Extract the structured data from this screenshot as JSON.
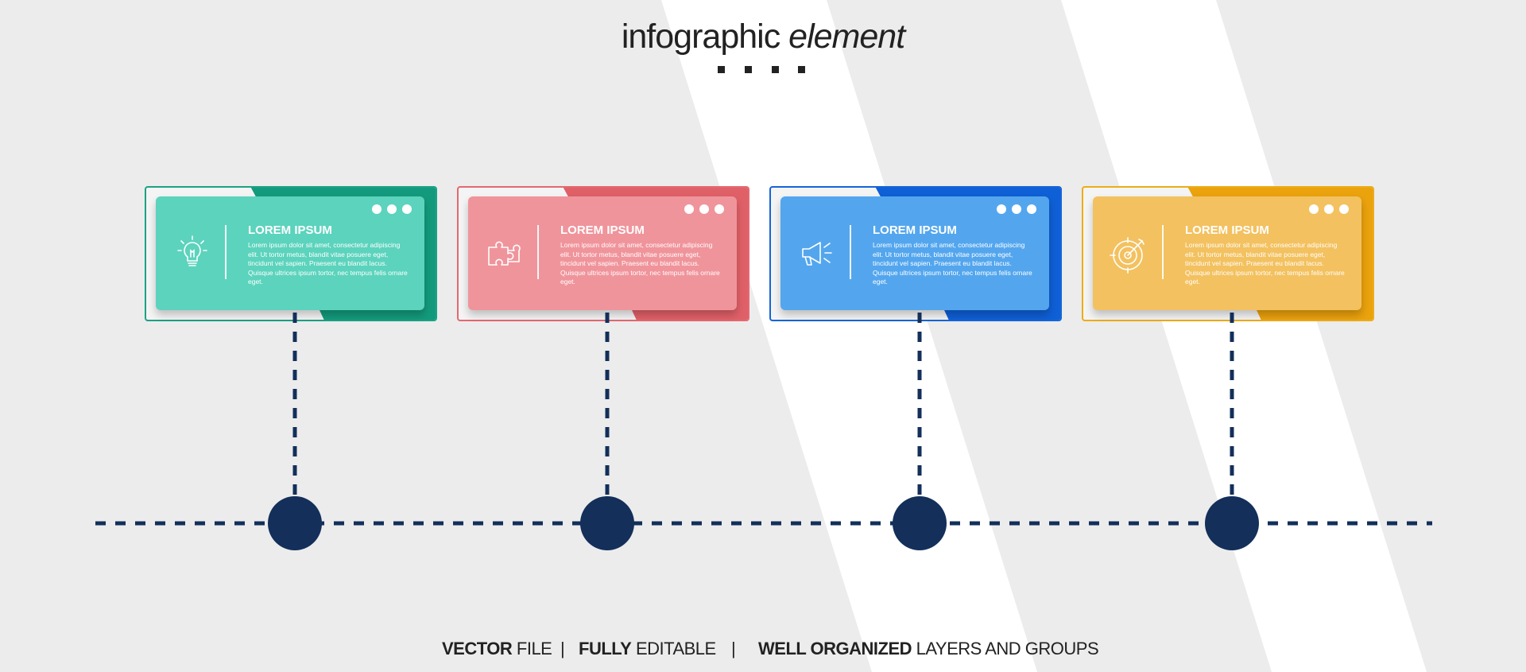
{
  "title": {
    "bold_word": "infographic",
    "italic_word": "element"
  },
  "cards": [
    {
      "title": "LOREM IPSUM",
      "body": "Lorem ipsum dolor sit amet, consectetur adipiscing elit. Ut tortor metus, blandit vitae posuere eget, tincidunt vel sapien. Praesent eu blandit lacus. Quisque ultrices ipsum tortor, nec tempus felis ornare eget.",
      "icon": "lightbulb-icon",
      "light": "#5cd3bd",
      "dark": "#139a7c"
    },
    {
      "title": "LOREM IPSUM",
      "body": "Lorem ipsum dolor sit amet, consectetur adipiscing elit. Ut tortor metus, blandit vitae posuere eget, tincidunt vel sapien. Praesent eu blandit lacus. Quisque ultrices ipsum tortor, nec tempus felis ornare eget.",
      "icon": "puzzle-icon",
      "light": "#f0949b",
      "dark": "#e06068"
    },
    {
      "title": "LOREM IPSUM",
      "body": "Lorem ipsum dolor sit amet, consectetur adipiscing elit. Ut tortor metus, blandit vitae posuere eget, tincidunt vel sapien. Praesent eu blandit lacus. Quisque ultrices ipsum tortor, nec tempus felis ornare eget.",
      "icon": "megaphone-icon",
      "light": "#53a6ee",
      "dark": "#0f5fd6"
    },
    {
      "title": "LOREM IPSUM",
      "body": "Lorem ipsum dolor sit amet, consectetur adipiscing elit. Ut tortor metus, blandit vitae posuere eget, tincidunt vel sapien. Praesent eu blandit lacus. Quisque ultrices ipsum tortor, nec tempus felis ornare eget.",
      "icon": "target-icon",
      "light": "#f3c15f",
      "dark": "#eaa20d"
    }
  ],
  "timeline_color": "#132f5a",
  "footer": {
    "part1_bold": "VECTOR",
    "part1_rest": " FILE",
    "sep1": "|",
    "part2_bold": "FULLY",
    "part2_rest": " EDITABLE",
    "sep2": "|",
    "part3_bold": "WELL ORGANIZED",
    "part3_rest": " LAYERS AND GROUPS"
  }
}
